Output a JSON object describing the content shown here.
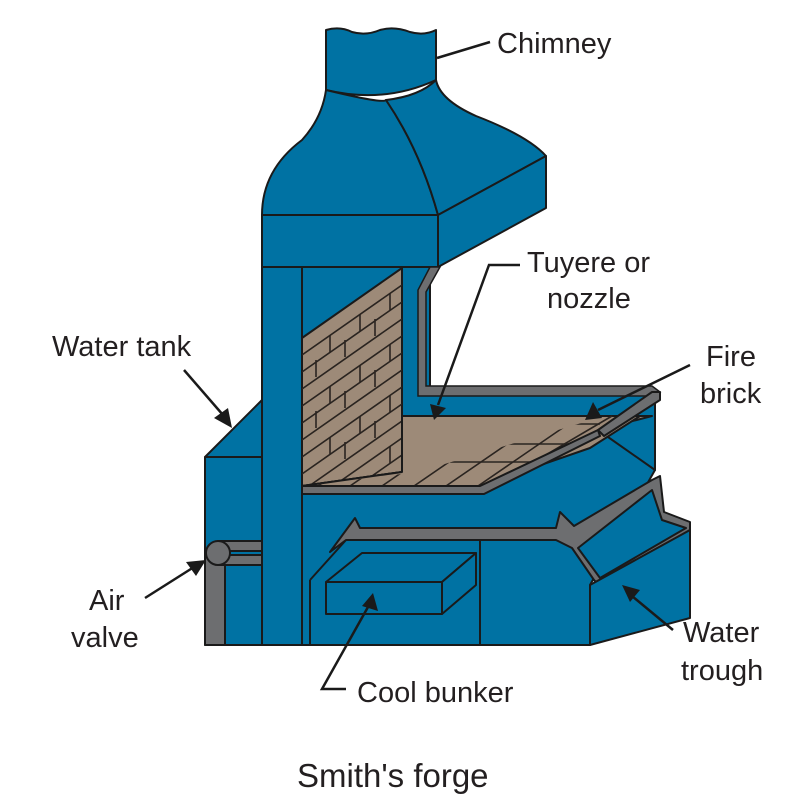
{
  "title": "Smith's forge",
  "colors": {
    "body": "#0072a3",
    "brick": "#9d8a78",
    "trim": "#6d6e70",
    "outline": "#1a1a1a",
    "text": "#231f20"
  },
  "labels": {
    "chimney": "Chimney",
    "tuyere_line1": "Tuyere or",
    "tuyere_line2": "nozzle",
    "water_tank": "Water tank",
    "fire_brick_line1": "Fire",
    "fire_brick_line2": "brick",
    "air_valve_line1": "Air",
    "air_valve_line2": "valve",
    "water_trough_line1": "Water",
    "water_trough_line2": "trough",
    "cool_bunker": "Cool bunker"
  }
}
